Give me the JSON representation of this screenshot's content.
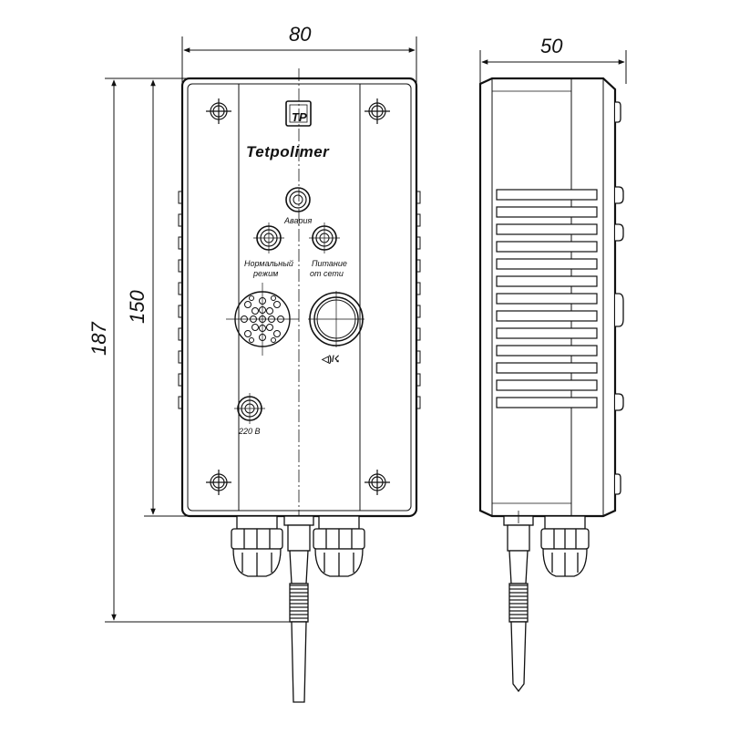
{
  "brand": {
    "name": "Tetpolimer",
    "logo_text": "TP"
  },
  "dimensions": {
    "front_width": "80",
    "side_width": "50",
    "body_height": "150",
    "total_height": "187"
  },
  "indicators": {
    "alarm": "Авария",
    "normal_mode_line1": "Нормальный",
    "normal_mode_line2": "режим",
    "power_line1": "Питание",
    "power_line2": "от сети",
    "mains": "220 В",
    "sound_toggle": "◁)/☇"
  },
  "colors": {
    "stroke": "#111111",
    "background": "#ffffff"
  },
  "icons": [
    "screw-icon",
    "logo-icon",
    "indicator-lamp-icon",
    "connector-socket-icon",
    "push-button-icon",
    "speaker-icon"
  ]
}
